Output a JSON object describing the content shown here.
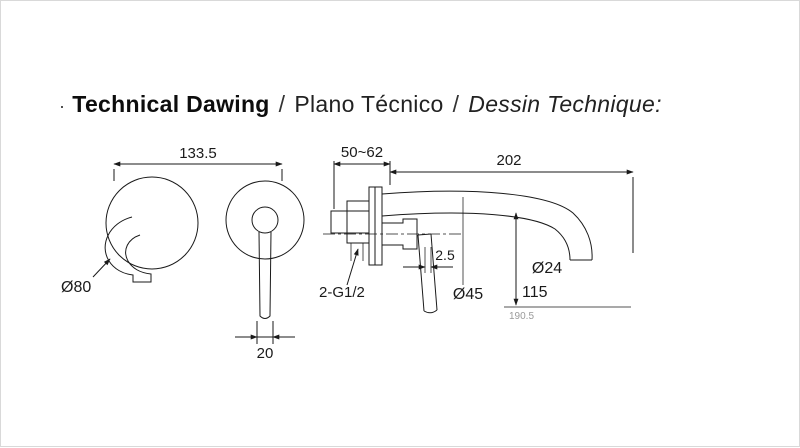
{
  "title": {
    "bullet": "·",
    "part_en": "Technical Dawing",
    "separator": "/",
    "part_es": "Plano Técnico",
    "part_fr": "Dessin Technique:"
  },
  "drawing": {
    "front_view": {
      "width_dim": "133.5",
      "spout_escutcheon_diameter": "Ø80",
      "handle_width_dim": "20"
    },
    "side_view": {
      "wall_depth_dim": "50~62",
      "spout_length_dim": "202",
      "offset_dim": "2.5",
      "escutcheon_diameter": "Ø45",
      "spout_diameter": "Ø24",
      "spout_height_dim": "115",
      "thread_label": "2-G1/2",
      "ref_dim": "190.5"
    }
  }
}
